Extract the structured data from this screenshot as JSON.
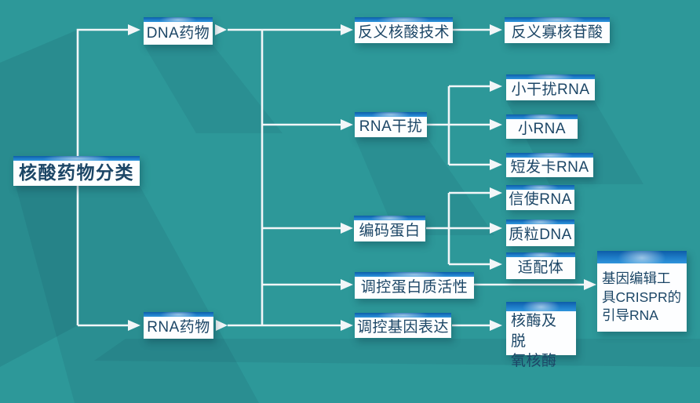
{
  "diagram": {
    "type": "flowchart",
    "colors": {
      "background": "#2d9899",
      "node_fill": "#fdfeff",
      "node_header_blue": "#1b77c3",
      "text": "#1c4666",
      "connector": "#f2f6f8"
    },
    "nodes": {
      "root": {
        "label": "核酸药物分类"
      },
      "dna": {
        "label": "DNA药物"
      },
      "rna": {
        "label": "RNA药物"
      },
      "antisense_tech": {
        "label": "反义核酸技术"
      },
      "antisense_oligo": {
        "label": "反义寡核苷酸"
      },
      "rnai": {
        "label": "RNA干扰"
      },
      "sirna": {
        "label": "小干扰RNA"
      },
      "mirna": {
        "label": "小RNA"
      },
      "shrna": {
        "label": "短发卡RNA"
      },
      "coding_protein": {
        "label": "编码蛋白"
      },
      "mrna": {
        "label": "信使RNA"
      },
      "plasmid_dna": {
        "label": "质粒DNA"
      },
      "aptamer": {
        "label": "适配体"
      },
      "regulate_protein_activity": {
        "label": "调控蛋白质活性"
      },
      "regulate_gene_expression": {
        "label": "调控基因表达"
      },
      "ribozyme": {
        "label": "核酶及脱\n氧核酶"
      },
      "crispr_guide": {
        "label": "基因编辑工\n具CRISPR的\n引导RNA"
      }
    },
    "edges": [
      {
        "from": "核酸药物分类",
        "to": "DNA药物"
      },
      {
        "from": "核酸药物分类",
        "to": "RNA药物"
      },
      {
        "from": "DNA药物",
        "to": "反义核酸技术"
      },
      {
        "from": "反义核酸技术",
        "to": "反义寡核苷酸"
      },
      {
        "from": "RNA药物",
        "to": "RNA干扰"
      },
      {
        "from": "RNA干扰",
        "to": "小干扰RNA"
      },
      {
        "from": "RNA干扰",
        "to": "小RNA"
      },
      {
        "from": "RNA干扰",
        "to": "短发卡RNA"
      },
      {
        "from": "RNA药物",
        "to": "编码蛋白"
      },
      {
        "from": "编码蛋白",
        "to": "信使RNA"
      },
      {
        "from": "编码蛋白",
        "to": "质粒DNA"
      },
      {
        "from": "编码蛋白",
        "to": "适配体"
      },
      {
        "from": "RNA药物",
        "to": "调控蛋白质活性"
      },
      {
        "from": "调控蛋白质活性",
        "to": "基因编辑工具CRISPR的引导RNA"
      },
      {
        "from": "RNA药物",
        "to": "调控基因表达"
      },
      {
        "from": "调控基因表达",
        "to": "核酶及脱氧核酶"
      }
    ]
  }
}
